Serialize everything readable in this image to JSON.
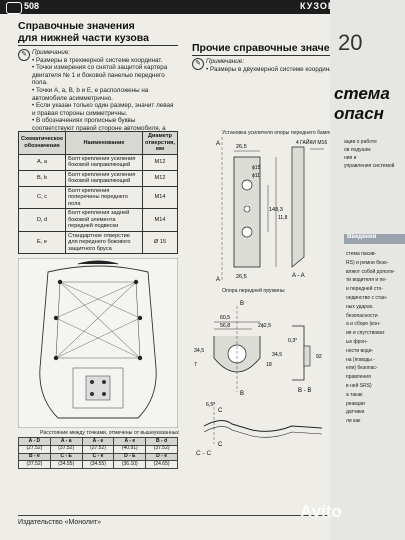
{
  "header": {
    "page_number": "508",
    "section": "КУЗОВ"
  },
  "left_column": {
    "title_line1": "Справочные значения",
    "title_line2": "для нижней части кузова",
    "notes_heading": "Примечание:",
    "notes": [
      "• Размеры в трехмерной системе координат.",
      "• Точки измерения со снятой защитой картера двигателя № 1 и боковой панелью переднего пола.",
      "• Точки А, а, В, b и E, е расположены на автомобиле асимметрично.",
      "• Если указан только один размер, значит левая и правая стороны симметричны.",
      "• В обозначениях прописные буквы соответствуют правой стороне автомобиля, а строчные - левой стороне (если смотреть сзади)."
    ],
    "table": {
      "headers": [
        "Схематическое обозначение",
        "Наименование",
        "Диаметр отверстия, мм"
      ],
      "rows": [
        [
          "A, a",
          "Болт крепления усиления боковой направляющей",
          "M12"
        ],
        [
          "B, b",
          "Болт крепления усиления боковой направляющей",
          "M12"
        ],
        [
          "C, c",
          "Болт крепления поперечины переднего пола",
          "M14"
        ],
        [
          "D, d",
          "Болт крепления задней боковой элемента передней подвески",
          "M14"
        ],
        [
          "E, e",
          "Стандартное отверстие для переднего бокового защитного бруса",
          "Ø 15"
        ]
      ]
    },
    "diagram_caption": "Расстояние между точками, отмечены от вышеуказанных",
    "distance_table": {
      "row1_head": [
        "A - D",
        "A - a",
        "A - e",
        "A - e",
        "B - d"
      ],
      "row1_vals": [
        "(27.52)",
        "(37.52)",
        "(27.52)",
        "(40.91)",
        "(37.52)"
      ],
      "row2_head": [
        "B - e",
        "C - E",
        "C - e",
        "D - E",
        "D - e"
      ],
      "row2_vals": [
        "(37.52)",
        "(34.55)",
        "(34.55)",
        "(36.10)",
        "(24.65)"
      ]
    }
  },
  "right_column": {
    "title": "Прочие справочные значения",
    "notes_heading": "Примечание:",
    "notes": [
      "• Размеры в двухмерной системе координат."
    ],
    "diagram1_title": "Установка усилителя опоры переднего бампера",
    "diagram1_labels": {
      "dim_top": "26,5",
      "dim_hole": "ϕ15",
      "dim_hole2": "ϕ11",
      "dim_side": "148,3",
      "dim_side2": "11,8",
      "dim_bottom": "26,5",
      "nut_label": "4 ГАЙКИ М16",
      "sec_a_top": "A",
      "sec_a_bottom": "A",
      "sec_label": "A - A"
    },
    "diagram2_title": "Опора передней пружины",
    "diagram2_labels": {
      "b_top": "B",
      "b_bottom": "B",
      "d1": "60,5",
      "d2": "56,8",
      "d3": "2ϕ2,5",
      "d4": "34,5",
      "d5": "92",
      "d6": "0,3°",
      "d7": "34,5",
      "d8": "7",
      "d9": "18",
      "sec_label": "B - B"
    },
    "diagram3_labels": {
      "angle": "6,5°",
      "c_top": "C",
      "c_bottom": "C",
      "sec_label": "C - C"
    }
  },
  "right_page": {
    "fragment_number": "20",
    "heading_line1": "стема",
    "heading_line2": "опасн",
    "lines": [
      "ации о работе",
      "ов подушек",
      "ния и",
      "управления системой"
    ],
    "side_box": "Введения",
    "side_text": [
      "стема пасив-",
      "RS) и ремни безо-",
      "вляют собой дополн-",
      "ти водителя и пе-",
      "и передней сто-",
      "оединстве с стан-",
      "ных ударах.",
      "безопасности",
      "а и сборе (кон-",
      "ия и спутствоват",
      "ых фрон-",
      "ности води-",
      "на (поводы -",
      "ели) безопас-",
      "правления",
      "в ней SRS)",
      "а такак",
      "реакции",
      "датчики",
      "ли как"
    ]
  },
  "footer": {
    "publisher": "Издательство «Монолит»"
  },
  "watermark": "Avito"
}
